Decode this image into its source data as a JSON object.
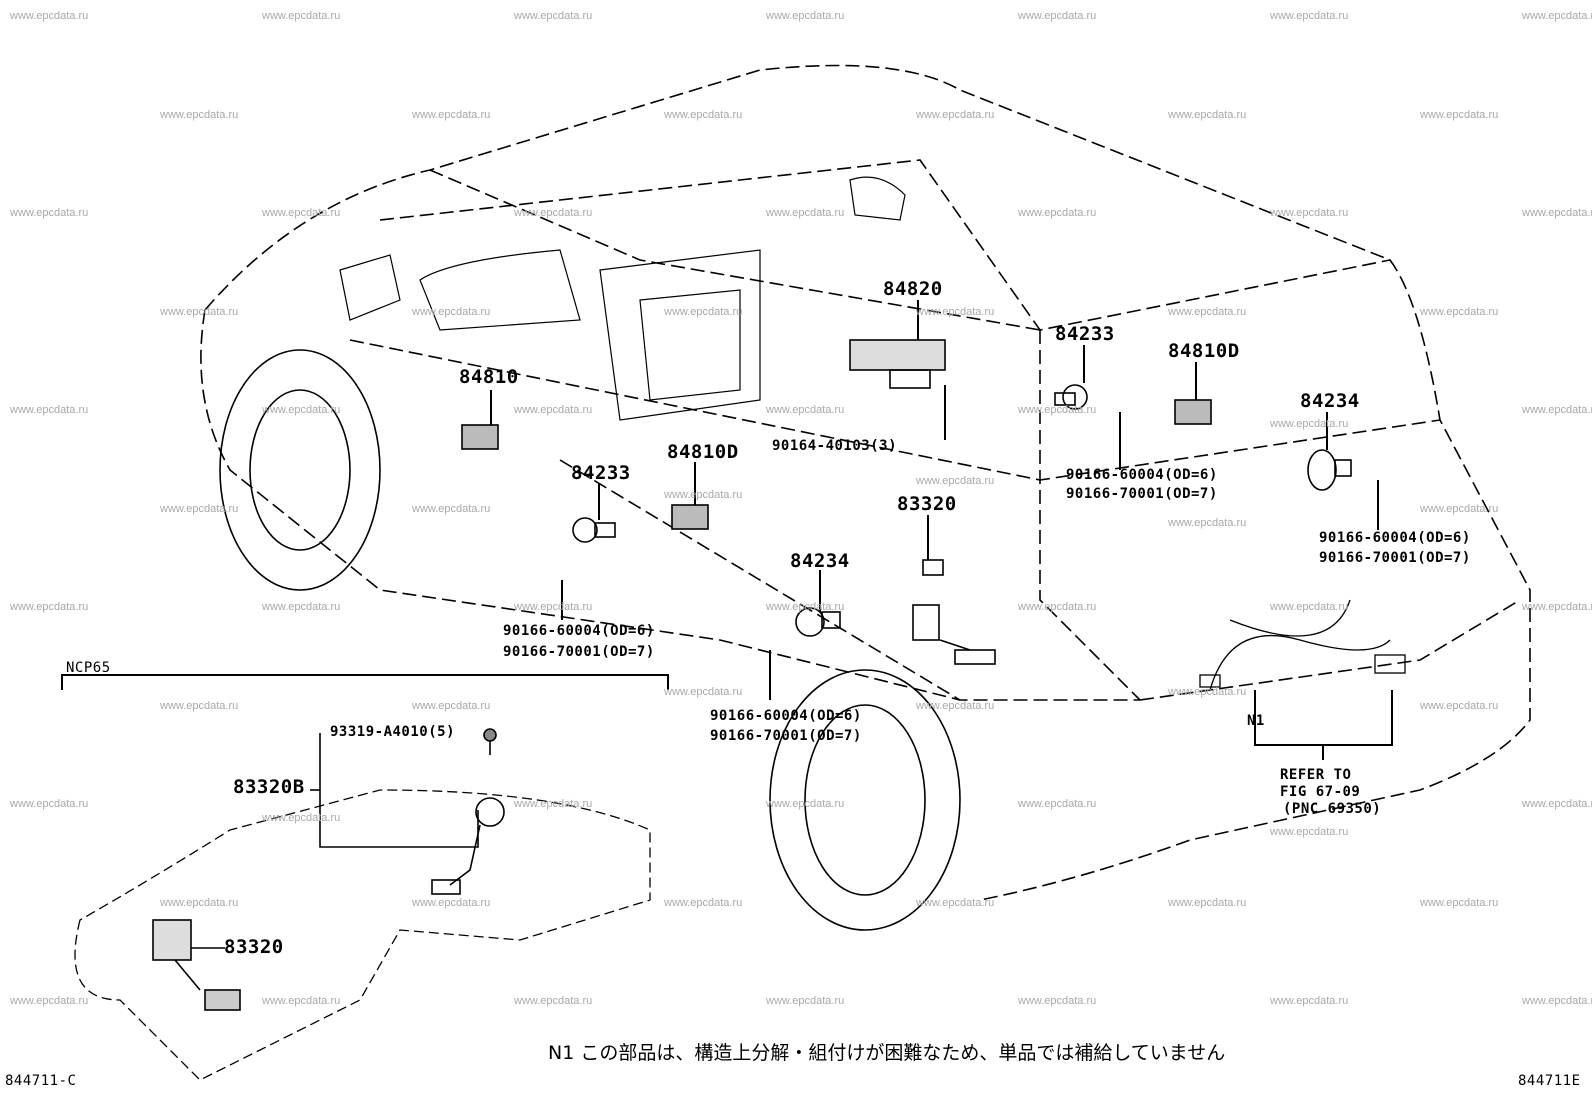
{
  "watermark": "www.epcdata.ru",
  "labels": {
    "p84820": "84820",
    "p84233_r": "84233",
    "p84810d_r": "84810D",
    "p84810": "84810",
    "p84234_r": "84234",
    "bolt_84820": "90164-40103(3)",
    "p84233_l": "84233",
    "p84810d_l": "84810D",
    "p83320": "83320",
    "screw_r1": "90166-60004(OD=6)",
    "screw_r2": "90166-70001(OD=7)",
    "screw_rr1": "90166-60004(OD=6)",
    "screw_rr2": "90166-70001(OD=7)",
    "screw_l1": "90166-60004(OD=6)",
    "screw_l2": "90166-70001(OD=7)",
    "p84234_l": "84234",
    "screw_c1": "90166-60004(OD=6)",
    "screw_c2": "90166-70001(OD=7)",
    "n1": "N1",
    "refer1": "REFER TO",
    "refer2": "FIG 67-09",
    "refer3": "(PNC 69350)",
    "variant": "NCP65",
    "inset_screw": "93319-A4010(5)",
    "p83320b": "83320B",
    "inset_83320": "83320",
    "fig_left": "844711-C",
    "fig_right": "844711E"
  },
  "note": "N1  この部品は、構造上分解・組付けが困難なため、単品では補給していません"
}
